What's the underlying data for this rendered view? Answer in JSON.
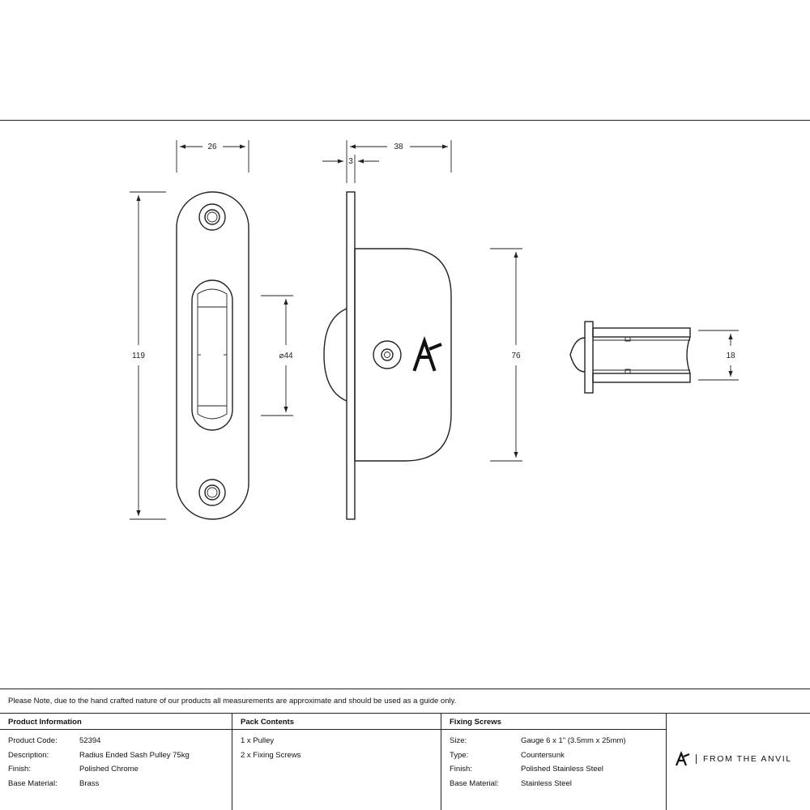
{
  "dimensions": {
    "width": "26",
    "height": "119",
    "diameter": "⌀44",
    "depth": "38",
    "faceplate": "3",
    "body_height": "76",
    "body_width": "18"
  },
  "note": "Please Note, due to the hand crafted nature of our products all measurements are approximate and should be used as a guide only.",
  "product_information": {
    "header": "Product Information",
    "rows": [
      {
        "key": "Product Code:",
        "value": "52394"
      },
      {
        "key": "Description:",
        "value": "Radius Ended Sash Pulley 75kg"
      },
      {
        "key": "Finish:",
        "value": "Polished Chrome"
      },
      {
        "key": "Base Material:",
        "value": "Brass"
      }
    ]
  },
  "pack_contents": {
    "header": "Pack Contents",
    "items": [
      "1 x Pulley",
      "2 x Fixing Screws"
    ]
  },
  "fixing_screws": {
    "header": "Fixing Screws",
    "rows": [
      {
        "key": "Size:",
        "value": "Gauge 6 x 1\" (3.5mm x 25mm)"
      },
      {
        "key": "Type:",
        "value": "Countersunk"
      },
      {
        "key": "Finish:",
        "value": "Polished Stainless Steel"
      },
      {
        "key": "Base Material:",
        "value": "Stainless Steel"
      }
    ]
  },
  "brand": {
    "name": "FROM THE ANVIL",
    "logo_icon": "anvil-logo-icon"
  }
}
